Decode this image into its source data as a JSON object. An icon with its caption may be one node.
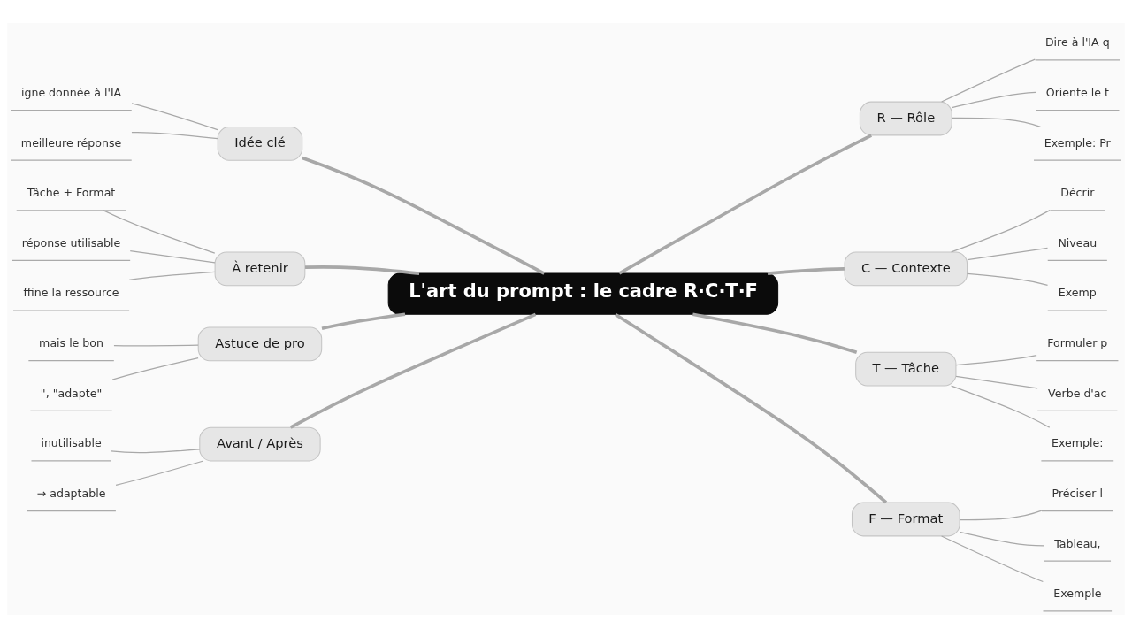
{
  "diagram": {
    "nodes": [
      {
        "text": [
          "L'art du prompt : le cadre R·C·T·F"
        ]
      },
      {
        "text": [
          "Idée clé"
        ]
      },
      {
        "text": [
          "igne donnée à l'IA"
        ]
      },
      {
        "text": [
          "meilleure réponse"
        ]
      },
      {
        "text": [
          "À retenir"
        ]
      },
      {
        "text": [
          "Tâche + Format"
        ]
      },
      {
        "text": [
          "réponse utilisable"
        ]
      },
      {
        "text": [
          "ffine la ressource"
        ]
      },
      {
        "text": [
          "Astuce de pro"
        ]
      },
      {
        "text": [
          "mais le bon"
        ]
      },
      {
        "text": [
          "\", \"adapte\""
        ]
      },
      {
        "text": [
          "Avant / Après"
        ]
      },
      {
        "text": [
          "inutilisable"
        ]
      },
      {
        "text": [
          "→ adaptable"
        ]
      },
      {
        "text": [
          "R — Rôle"
        ]
      },
      {
        "text": [
          "Dire à l'IA q"
        ]
      },
      {
        "text": [
          "Oriente le t"
        ]
      },
      {
        "text": [
          "Exemple: Pr"
        ]
      },
      {
        "text": [
          "C — Contexte"
        ]
      },
      {
        "text": [
          "Décrir"
        ]
      },
      {
        "text": [
          "Niveau"
        ]
      },
      {
        "text": [
          "Exemp"
        ]
      },
      {
        "text": [
          "T — Tâche"
        ]
      },
      {
        "text": [
          "Formuler p"
        ]
      },
      {
        "text": [
          "Verbe d'ac"
        ]
      },
      {
        "text": [
          "Exemple:"
        ]
      },
      {
        "text": [
          "F — Format"
        ]
      },
      {
        "text": [
          "Préciser l"
        ]
      },
      {
        "text": [
          "Tableau,"
        ]
      },
      {
        "text": [
          "Exemple"
        ]
      }
    ],
    "edges": [
      {
        "from": 2,
        "to": 1,
        "arrow": "none"
      },
      {
        "from": 3,
        "to": 1,
        "arrow": "none"
      },
      {
        "from": 1,
        "to": 0,
        "arrow": "none",
        "style": "thick"
      },
      {
        "from": 5,
        "to": 4,
        "arrow": "none"
      },
      {
        "from": 6,
        "to": 4,
        "arrow": "none"
      },
      {
        "from": 7,
        "to": 4,
        "arrow": "none"
      },
      {
        "from": 4,
        "to": 0,
        "arrow": "none",
        "style": "thick"
      },
      {
        "from": 9,
        "to": 8,
        "arrow": "none"
      },
      {
        "from": 10,
        "to": 8,
        "arrow": "none"
      },
      {
        "from": 8,
        "to": 0,
        "arrow": "none",
        "style": "thick"
      },
      {
        "from": 12,
        "to": 11,
        "arrow": "none"
      },
      {
        "from": 13,
        "to": 11,
        "arrow": "none"
      },
      {
        "from": 11,
        "to": 0,
        "arrow": "none",
        "style": "thick"
      },
      {
        "from": 0,
        "to": 14,
        "arrow": "none",
        "style": "thick"
      },
      {
        "from": 14,
        "to": 15,
        "arrow": "none"
      },
      {
        "from": 14,
        "to": 16,
        "arrow": "none"
      },
      {
        "from": 14,
        "to": 17,
        "arrow": "none"
      },
      {
        "from": 0,
        "to": 18,
        "arrow": "none",
        "style": "thick"
      },
      {
        "from": 18,
        "to": 19,
        "arrow": "none"
      },
      {
        "from": 18,
        "to": 20,
        "arrow": "none"
      },
      {
        "from": 18,
        "to": 21,
        "arrow": "none"
      },
      {
        "from": 0,
        "to": 22,
        "arrow": "none",
        "style": "thick"
      },
      {
        "from": 22,
        "to": 23,
        "arrow": "none"
      },
      {
        "from": 22,
        "to": 24,
        "arrow": "none"
      },
      {
        "from": 22,
        "to": 25,
        "arrow": "none"
      },
      {
        "from": 0,
        "to": 26,
        "arrow": "none",
        "style": "thick"
      },
      {
        "from": 26,
        "to": 27,
        "arrow": "none"
      },
      {
        "from": 26,
        "to": 28,
        "arrow": "none"
      },
      {
        "from": 26,
        "to": 29,
        "arrow": "none"
      }
    ]
  }
}
